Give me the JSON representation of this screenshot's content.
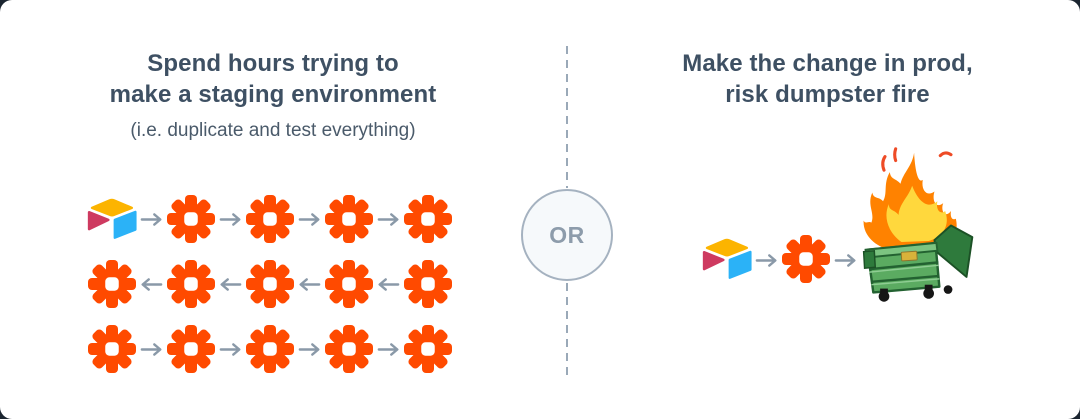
{
  "left_panel": {
    "title_line1": "Spend hours trying to",
    "title_line2": "make a staging environment",
    "subtitle": "(i.e. duplicate and test everything)",
    "flow_rows": [
      {
        "icons": [
          "airtable",
          "zapier",
          "zapier",
          "zapier",
          "zapier"
        ],
        "arrow_direction": "right"
      },
      {
        "icons": [
          "zapier",
          "zapier",
          "zapier",
          "zapier",
          "zapier"
        ],
        "arrow_direction": "left"
      },
      {
        "icons": [
          "zapier",
          "zapier",
          "zapier",
          "zapier",
          "zapier"
        ],
        "arrow_direction": "right"
      }
    ]
  },
  "divider": {
    "label": "OR"
  },
  "right_panel": {
    "title_line1": "Make the change in prod,",
    "title_line2": "risk dumpster fire",
    "flow": {
      "icons": [
        "airtable",
        "zapier",
        "dumpster-fire"
      ],
      "arrow_direction": "right"
    }
  },
  "colors": {
    "page_background": "#1B2530",
    "card_background": "#FFFFFF",
    "title_text": "#3E5063",
    "subtitle_text": "#4A5A6A",
    "zapier_orange": "#FF4A00",
    "airtable_yellow": "#FCB400",
    "airtable_blue": "#2BB2F7",
    "airtable_red": "#CE3A60",
    "arrow_gray": "#8A99A8",
    "divider_gray": "#9AA9B8",
    "circle_border": "#A5B2C0",
    "circle_fill": "#F6F9FB",
    "or_text": "#8D9CAB",
    "flame_orange": "#FF8200",
    "flame_yellow": "#FFD83D",
    "spark_red": "#EE4B26",
    "dumpster_green": "#5BAB61",
    "dumpster_green_dark": "#2E7A3C",
    "dumpster_outline": "#236231"
  }
}
